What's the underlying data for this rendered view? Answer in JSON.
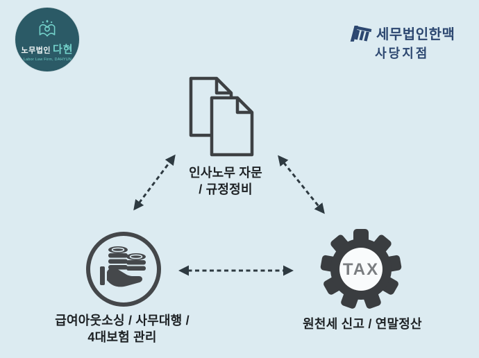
{
  "page": {
    "background_color": "#dcebf1",
    "text_color": "#1d2124",
    "icon_color": "#3d4043",
    "arrow_color": "#2e3a41"
  },
  "logo_dahyun": {
    "circle_color": "#2b5a66",
    "accent_color": "#74d2cb",
    "name_part1": "노무법인",
    "name_part2": "다현",
    "subtitle": "Labor Law Firm, DAHYUN",
    "icon": "open-book-logo-icon"
  },
  "logo_hanmaek": {
    "color": "#2c4770",
    "name": "세무법인한맥",
    "branch": "사당지점",
    "icon": "hanmaek-mark-icon"
  },
  "nodes": {
    "consulting": {
      "icon": "documents-icon",
      "label_line1": "인사노무 자문",
      "label_line2": "/ 규정정비"
    },
    "payroll": {
      "icon": "coins-in-hand-icon",
      "label_line1": "급여아웃소싱 / 사무대행 /",
      "label_line2": "4대보험 관리"
    },
    "tax": {
      "icon": "tax-gear-icon",
      "gear_text": "TAX",
      "label": "원천세 신고 / 연말정산"
    }
  },
  "arrows": [
    {
      "from": "payroll",
      "to": "consulting",
      "style": "dashed-double-headed"
    },
    {
      "from": "consulting",
      "to": "tax",
      "style": "dashed-double-headed"
    },
    {
      "from": "payroll",
      "to": "tax",
      "style": "dashed-double-headed"
    }
  ]
}
